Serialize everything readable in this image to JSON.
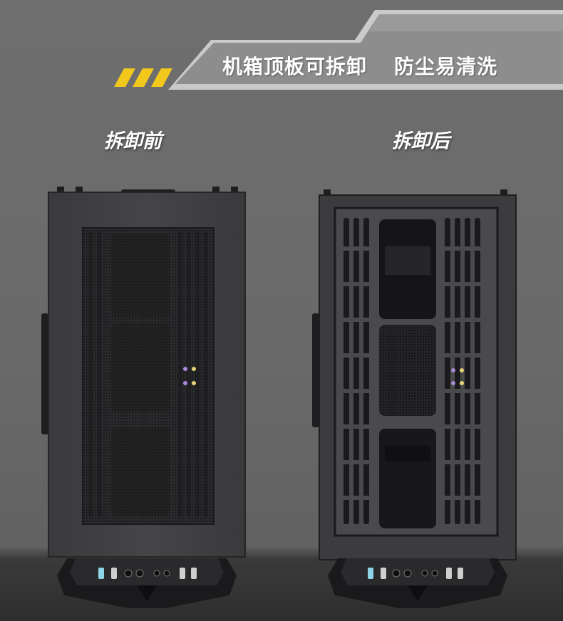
{
  "banner": {
    "text_left": "机箱顶板可拆卸",
    "text_right": "防尘易清洗",
    "stripe_color": "#f2c81d",
    "panel_color": "#8a8a8a"
  },
  "labels": {
    "before": "拆卸前",
    "after": "拆卸后"
  },
  "colors": {
    "background": "#6a6a6a",
    "case_body": "#3a3a3c",
    "case_dark": "#1e1e20",
    "text": "#ffffff"
  },
  "cases": [
    {
      "state": "mesh-top-panel-installed",
      "ports": [
        "usb-c-icon",
        "usb-a-icon",
        "button-icon",
        "button-icon",
        "audio-jack-icon",
        "audio-jack-icon",
        "usb-a-icon",
        "usb-a-icon"
      ]
    },
    {
      "state": "mesh-top-panel-removed",
      "ports": [
        "usb-c-icon",
        "usb-a-icon",
        "button-icon",
        "button-icon",
        "audio-jack-icon",
        "audio-jack-icon",
        "usb-a-icon",
        "usb-a-icon"
      ]
    }
  ]
}
